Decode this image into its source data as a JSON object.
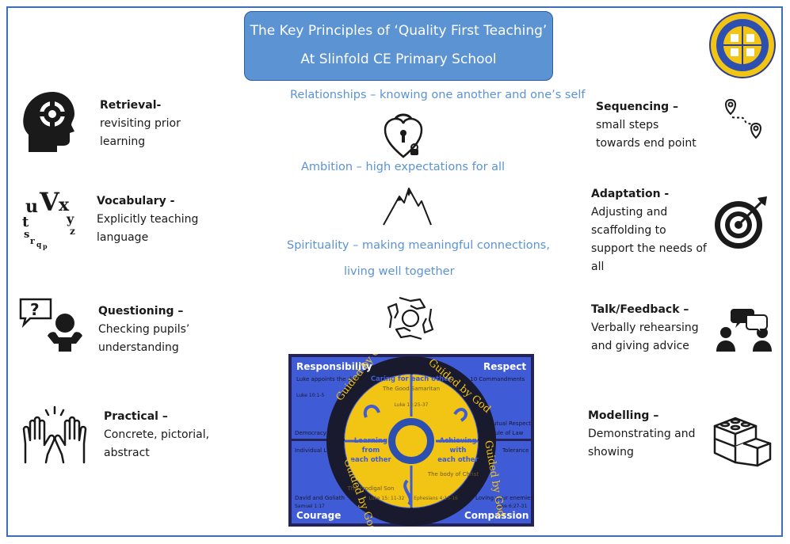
{
  "title": {
    "line1": "The Key Principles of ‘Quality First Teaching’",
    "line2": "At Slinfold CE Primary School"
  },
  "left_items": [
    {
      "head": "Retrieval-",
      "l1": "revisiting prior",
      "l2": "learning",
      "icon": "head-gear-icon"
    },
    {
      "head": "Vocabulary -",
      "l1": "Explicitly teaching",
      "l2": "language",
      "icon": "letters-icon"
    },
    {
      "head": "Questioning –",
      "l1": "Checking pupils’",
      "l2": "understanding",
      "icon": "question-person-icon"
    },
    {
      "head": "Practical –",
      "l1": "Concrete, pictorial,",
      "l2": "abstract",
      "icon": "raised-hands-icon"
    }
  ],
  "right_items": [
    {
      "head": "Sequencing –",
      "l1": "small steps",
      "l2": "towards end point",
      "icon": "route-pins-icon"
    },
    {
      "head": "Adaptation -",
      "l1": "Adjusting and",
      "l2": "scaffolding to",
      "l3": "support the needs of",
      "l4": "all",
      "icon": "target-icon"
    },
    {
      "head": "Talk/Feedback –",
      "l1": "Verbally rehearsing",
      "l2": "and giving advice",
      "icon": "people-talking-icon"
    },
    {
      "head": "Modelling –",
      "l1": "Demonstrating and",
      "l2": "showing",
      "icon": "building-blocks-icon"
    }
  ],
  "principles": {
    "relationships": "Relationships – knowing one another and one’s self",
    "ambition": "Ambition – high expectations for all",
    "spirituality_l1": "Spirituality – making meaningful connections,",
    "spirituality_l2": "living well together"
  },
  "values": {
    "q1": "Responsibility",
    "q1_text": "Luke appoints the disciples",
    "q1_ref": "Luke 10:1-5",
    "q1_side": "Democracy",
    "q2": "Respect",
    "q2_text": "The 10 Commandments",
    "q2_side1": "Mutual Respect",
    "q2_side2": "Rule of Law",
    "q3": "Courage",
    "q3_side": "Individual Liberty",
    "q3_text": "David and Goliath",
    "q3_ref": "Samuel 1:17",
    "q4": "Compassion",
    "q4_side": "Tolerance",
    "q4_text": "Loving your enemies",
    "q4_ref": "Luke 6:27-31",
    "top": "Caring for each other",
    "top_story": "The Good Samaritan",
    "top_ref": "Luke 10:25-37",
    "left_1": "Learning",
    "left_2": "from",
    "left_3": "each other",
    "left_story": "The Prodigal Son",
    "left_ref": "Luke 15: 11-32",
    "right_1": "Achieving",
    "right_2": "with",
    "right_3": "each other",
    "right_story": "The body of Christ",
    "right_ref": "Ephesians 4:15-16",
    "ring_text": "Guided by God"
  },
  "colors": {
    "accent_blue": "#5b93d3",
    "title_blue": "#5b93d3",
    "frame_blue": "#3d6fb6",
    "values_blue": "#3f5bd6",
    "values_gold": "#f2c414"
  }
}
